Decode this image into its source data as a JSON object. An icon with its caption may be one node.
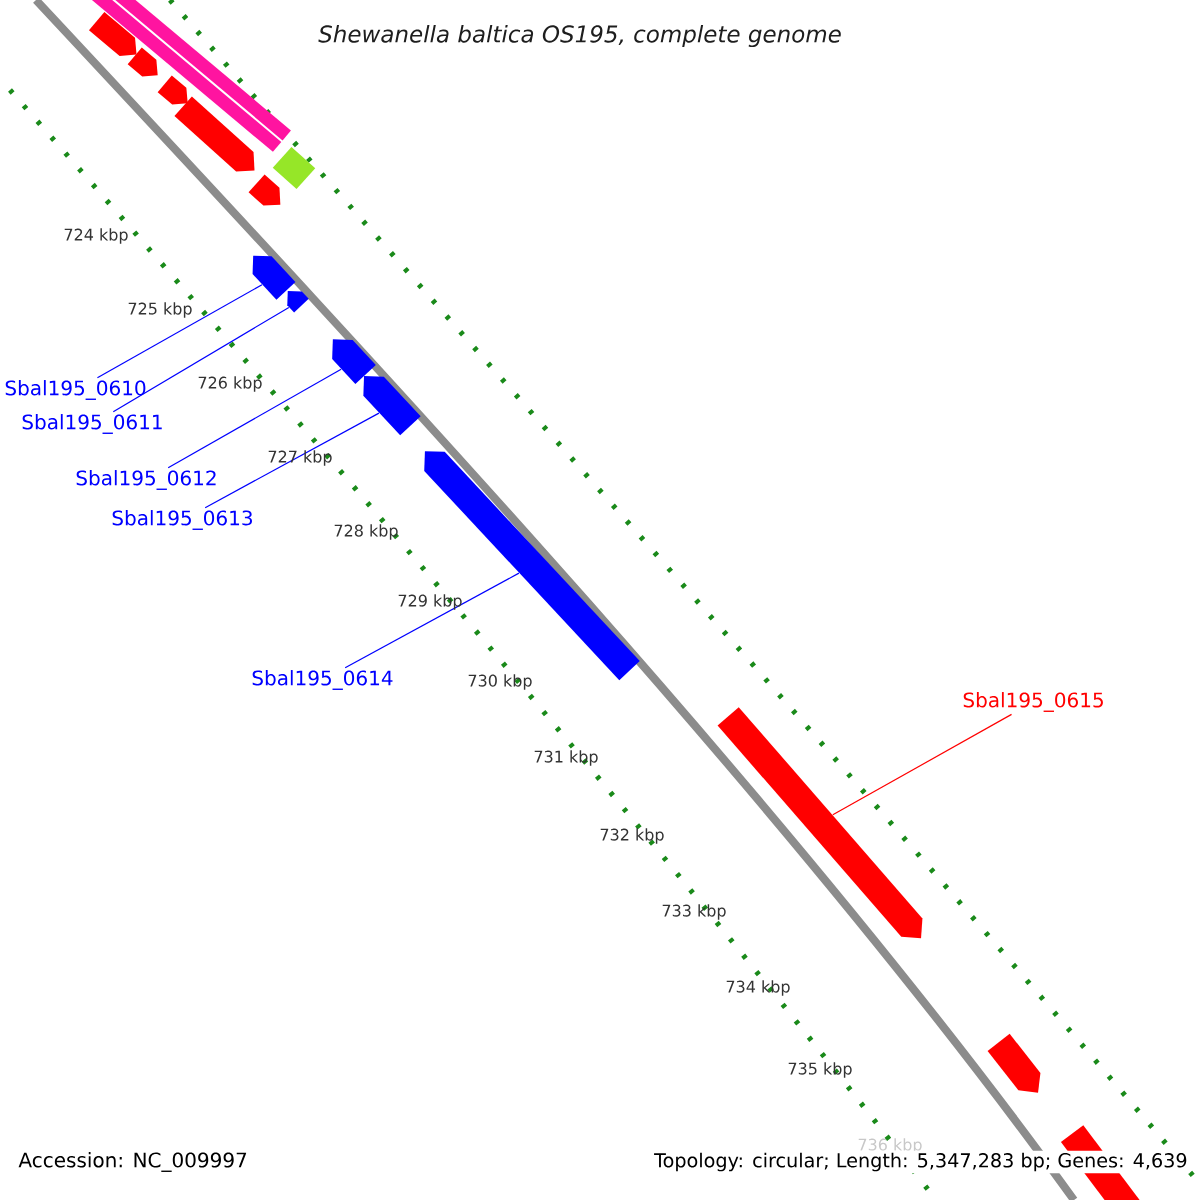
{
  "diagram": {
    "title": "Shewanella baltica OS195, complete genome",
    "nodes": [
      {
        "text": [
          "Sbal195_0610"
        ]
      },
      {
        "text": [],
        "shape": "arrow"
      },
      {
        "text": [
          "Sbal195_0611"
        ]
      },
      {
        "text": [],
        "shape": "arrow"
      },
      {
        "text": [
          "Sbal195_0612"
        ]
      },
      {
        "text": [],
        "shape": "arrow"
      },
      {
        "text": [
          "Sbal195_0613"
        ]
      },
      {
        "text": [],
        "shape": "arrow"
      },
      {
        "text": [
          "Sbal195_0614"
        ]
      },
      {
        "text": [],
        "shape": "arrow"
      },
      {
        "text": [
          "Sbal195_0615"
        ]
      },
      {
        "text": [],
        "shape": "arrow"
      }
    ],
    "edges": [
      {
        "from": 0,
        "to": 1,
        "arrow": "none"
      },
      {
        "from": 2,
        "to": 3,
        "arrow": "none"
      },
      {
        "from": 4,
        "to": 5,
        "arrow": "none"
      },
      {
        "from": 6,
        "to": 7,
        "arrow": "none"
      },
      {
        "from": 8,
        "to": 9,
        "arrow": "none"
      },
      {
        "from": 10,
        "to": 11,
        "arrow": "none",
        "color": "#ff0000"
      }
    ],
    "labels": [
      "724 kbp",
      "725 kbp",
      "726 kbp",
      "727 kbp",
      "728 kbp",
      "729 kbp",
      "730 kbp",
      "731 kbp",
      "732 kbp",
      "733 kbp",
      "734 kbp",
      "735 kbp",
      "736 kbp",
      "Accession: NC_009997",
      "Topology: circular; Length: 5,347,283 bp; Genes: 4,639"
    ]
  }
}
